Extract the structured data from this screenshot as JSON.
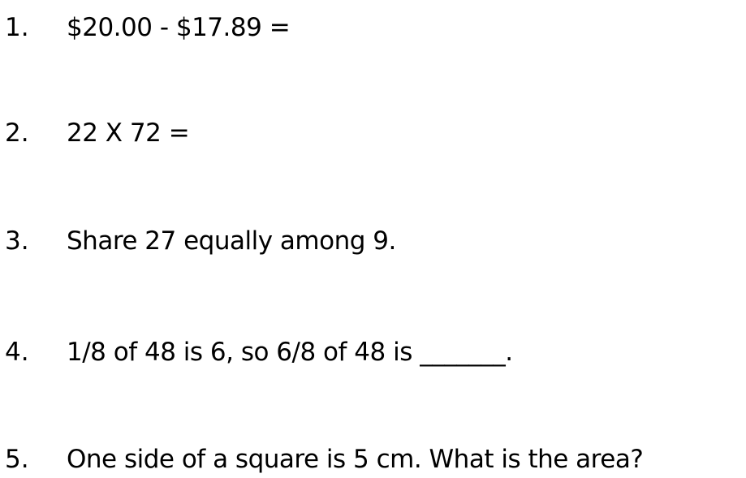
{
  "problems": [
    {
      "number": "1.",
      "text": "$20.00 - $17.89 ="
    },
    {
      "number": "2.",
      "text": "22 X 72 ="
    },
    {
      "number": "3.",
      "text": "Share 27 equally among 9."
    },
    {
      "number": "4.",
      "text": "1/8 of 48 is 6, so 6/8 of 48 is _______."
    },
    {
      "number": "5.",
      "text": "One side of a square is 5 cm.  What is the area?"
    }
  ]
}
